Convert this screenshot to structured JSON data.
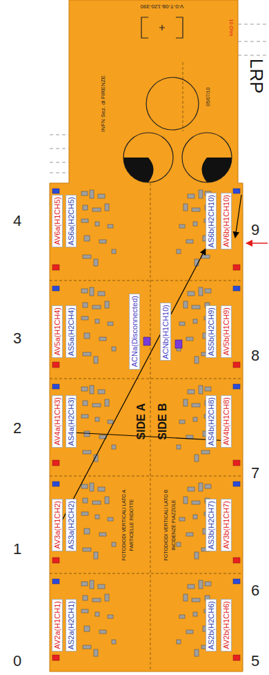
{
  "diagram": {
    "nodes": [
      {
        "text": [
          "AV6a(H1CH5)"
        ]
      },
      {
        "text": [
          "AS6a(H2CH5)"
        ]
      },
      {
        "text": [
          "AS6b(H2CH10)"
        ]
      },
      {
        "text": [
          "AV6b(H1CH10)"
        ]
      },
      {
        "text": [
          "AV5a(H1CH4)"
        ]
      },
      {
        "text": [
          "AS5a(H2CH4)"
        ]
      },
      {
        "text": [
          "ACNa(Disconnected)"
        ]
      },
      {
        "text": [
          "ACNb(H1CH10)"
        ]
      },
      {
        "text": [
          "AS5b(H2CH9)"
        ]
      },
      {
        "text": [
          "AV5b(H1CH9)"
        ]
      },
      {
        "text": [
          "AV4a(H1CH3)"
        ]
      },
      {
        "text": [
          "AS4a(H2CH3)"
        ]
      },
      {
        "text": [
          "AS4b(H2CH8)"
        ]
      },
      {
        "text": [
          "AV4b(H1CH8)"
        ]
      },
      {
        "text": [
          "AV3a(H1CH2)"
        ]
      },
      {
        "text": [
          "AS3a(H2CH2)"
        ]
      },
      {
        "text": [
          "AS3b(H2CH7)"
        ]
      },
      {
        "text": [
          "AV3b(H1CH7)"
        ]
      },
      {
        "text": [
          "AV2a(H1CH1)"
        ]
      },
      {
        "text": [
          "AS2a(H2CH1)"
        ]
      },
      {
        "text": [
          "AS2b(H2CH6)"
        ]
      },
      {
        "text": [
          "AV2b(H1CH6)"
        ]
      }
    ],
    "labels": [
      "4",
      "3",
      "2",
      "1",
      "0",
      "9",
      "8",
      "7",
      "6",
      "5",
      "SIDE A",
      "SIDE B",
      "FOTODIODI VERTICALI LATO A",
      "PARTICELLE RIDOTTE",
      "FOTODIODI VERTICALI LATO B",
      "INCIDENZE PIAZZOLE",
      "INFN Sez. di FIRENZE",
      "05/07/10",
      "V-0-T-08-120-390",
      "10 Ohm",
      "LRP"
    ]
  }
}
